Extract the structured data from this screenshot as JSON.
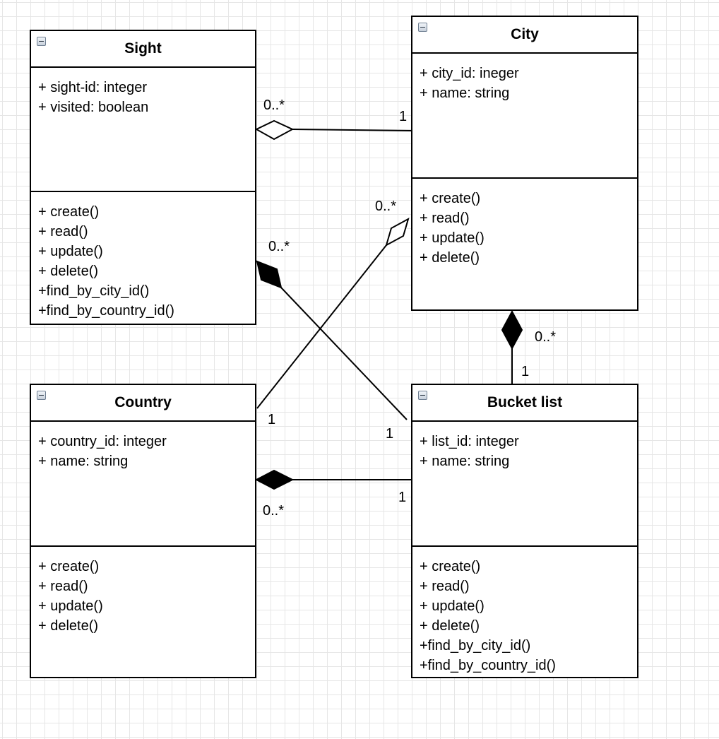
{
  "classes": {
    "sight": {
      "name": "Sight",
      "attributes": [
        "+ sight-id: integer",
        "+ visited: boolean"
      ],
      "methods": [
        "+ create()",
        "+ read()",
        "+ update()",
        "+ delete()",
        "+find_by_city_id()",
        "+find_by_country_id()"
      ]
    },
    "city": {
      "name": "City",
      "attributes": [
        "+ city_id: ineger",
        "+ name: string"
      ],
      "methods": [
        "+ create()",
        "+ read()",
        "+ update()",
        "+ delete()"
      ]
    },
    "country": {
      "name": "Country",
      "attributes": [
        "+ country_id: integer",
        "+ name: string"
      ],
      "methods": [
        "+ create()",
        "+ read()",
        "+ update()",
        "+ delete()"
      ]
    },
    "bucket_list": {
      "name": "Bucket list",
      "attributes": [
        "+ list_id: integer",
        "+ name: string"
      ],
      "methods": [
        "+ create()",
        "+ read()",
        "+ update()",
        "+ delete()",
        "+find_by_city_id()",
        "+find_by_country_id()"
      ]
    }
  },
  "relationships": {
    "city_sight": {
      "kind": "aggregation",
      "multiplicity_sight": "0..*",
      "multiplicity_city": "1"
    },
    "country_city": {
      "kind": "aggregation",
      "multiplicity_city": "0..*",
      "multiplicity_country": "1"
    },
    "bucket_sight": {
      "kind": "composition",
      "multiplicity_sight": "0..*",
      "multiplicity_bucket": "1"
    },
    "bucket_city": {
      "kind": "composition",
      "multiplicity_city": "0..*",
      "multiplicity_bucket": "1"
    },
    "bucket_country": {
      "kind": "composition",
      "multiplicity_country": "0..*",
      "multiplicity_bucket": "1"
    }
  }
}
